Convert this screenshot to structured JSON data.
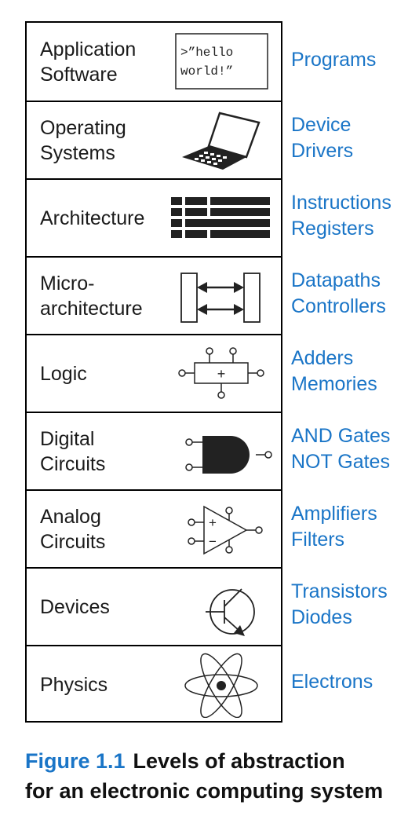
{
  "levels": [
    {
      "label": [
        "Application",
        "Software"
      ],
      "examples": [
        "Programs"
      ],
      "icon": "hello-world-code-icon",
      "code": [
        ">”hello",
        "world!”"
      ]
    },
    {
      "label": [
        "Operating",
        "Systems"
      ],
      "examples": [
        "Device",
        "Drivers"
      ],
      "icon": "laptop-icon"
    },
    {
      "label": [
        "Architecture"
      ],
      "examples": [
        "Instructions",
        "Registers"
      ],
      "icon": "instruction-format-icon"
    },
    {
      "label": [
        "Micro-",
        "architecture"
      ],
      "examples": [
        "Datapaths",
        "Controllers"
      ],
      "icon": "datapath-icon"
    },
    {
      "label": [
        "Logic"
      ],
      "examples": [
        "Adders",
        "Memories"
      ],
      "icon": "adder-block-icon",
      "symbol": "+"
    },
    {
      "label": [
        "Digital",
        "Circuits"
      ],
      "examples": [
        "AND Gates",
        "NOT Gates"
      ],
      "icon": "and-gate-icon"
    },
    {
      "label": [
        "Analog",
        "Circuits"
      ],
      "examples": [
        "Amplifiers",
        "Filters"
      ],
      "icon": "op-amp-icon",
      "plus": "+",
      "minus": "−"
    },
    {
      "label": [
        "Devices"
      ],
      "examples": [
        "Transistors",
        "Diodes"
      ],
      "icon": "transistor-icon"
    },
    {
      "label": [
        "Physics"
      ],
      "examples": [
        "Electrons"
      ],
      "icon": "atom-icon"
    }
  ],
  "caption": {
    "number": "Figure 1.1",
    "text_line1": "Levels of abstraction",
    "text_line2": "for an electronic computing system"
  },
  "colors": {
    "accent": "#1a75c7",
    "ink": "#1a1a1a"
  }
}
